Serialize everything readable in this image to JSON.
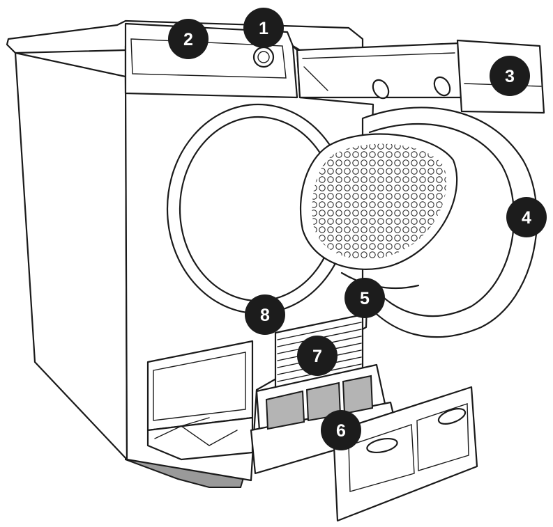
{
  "colors": {
    "line": "#1a1a1a",
    "shade": "#b4b4b4",
    "marker_fill": "#1c1c1c",
    "marker_text": "#ffffff"
  },
  "callouts": [
    {
      "id": "1",
      "label": "1"
    },
    {
      "id": "2",
      "label": "2"
    },
    {
      "id": "3",
      "label": "3"
    },
    {
      "id": "4",
      "label": "4"
    },
    {
      "id": "5",
      "label": "5"
    },
    {
      "id": "6",
      "label": "6"
    },
    {
      "id": "7",
      "label": "7"
    },
    {
      "id": "8",
      "label": "8"
    }
  ]
}
